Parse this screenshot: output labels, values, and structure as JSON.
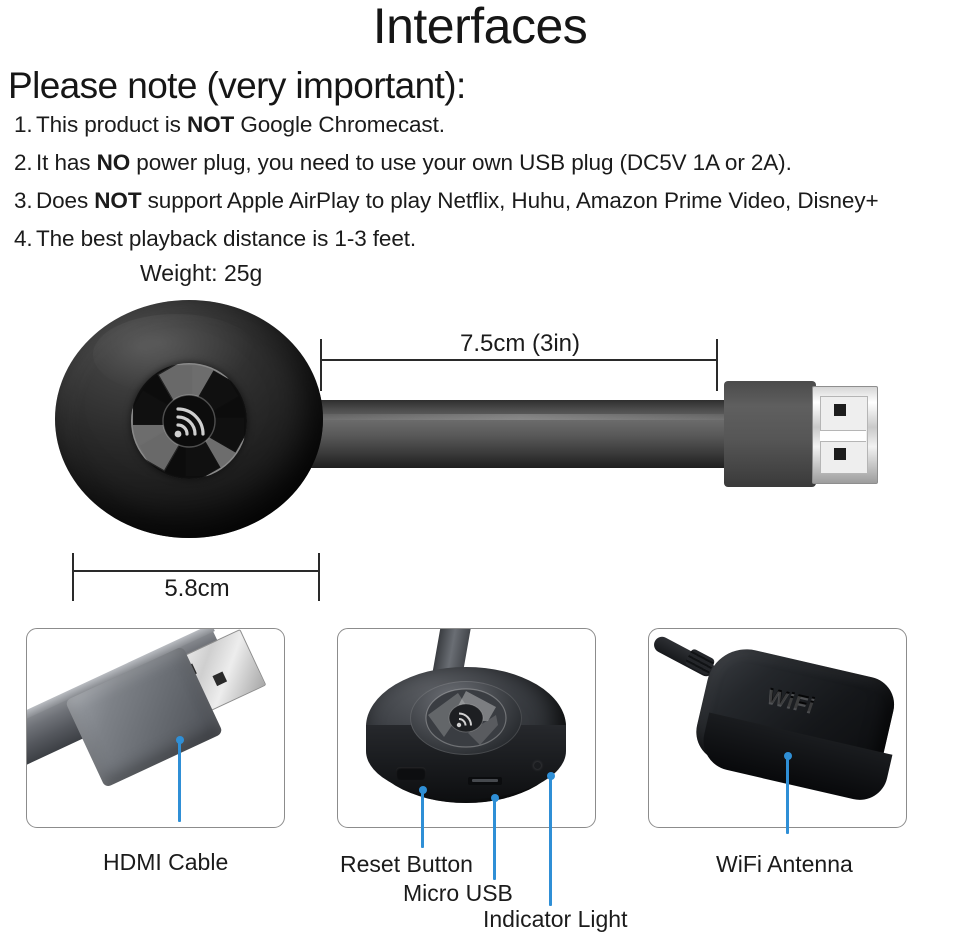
{
  "header": {
    "title": "Interfaces",
    "subtitle": "Please note (very important):",
    "notes": [
      {
        "num": "1.",
        "pre": "This product is ",
        "strong": "NOT",
        "post": " Google Chromecast."
      },
      {
        "num": "2.",
        "pre": "It has ",
        "strong": "NO",
        "post": " power plug, you need to use your own USB plug (DC5V 1A or 2A)."
      },
      {
        "num": "3.",
        "pre": "Does ",
        "strong": "NOT",
        "post": " support Apple AirPlay to play Netflix, Huhu, Amazon Prime Video, Disney+"
      },
      {
        "num": "4.",
        "pre": "The best playback distance is 1-3 feet.",
        "strong": "",
        "post": ""
      }
    ]
  },
  "hero": {
    "weight_label": "Weight: 25g",
    "length_dimension": "7.5cm (3in)",
    "diameter_dimension": "5.8cm",
    "device_name": "wireless-display-dongle",
    "logo_name": "aperture-wifi-logo",
    "connector_name": "hdmi-connector"
  },
  "panels": [
    {
      "id": "hdmi",
      "photo_name": "hdmi-cable-photo",
      "callouts": [
        {
          "label": "HDMI Cable"
        }
      ]
    },
    {
      "id": "ports",
      "photo_name": "dongle-ports-photo",
      "callouts": [
        {
          "label": "Reset Button"
        },
        {
          "label": "Micro USB"
        },
        {
          "label": "Indicator Light"
        }
      ]
    },
    {
      "id": "wifi",
      "photo_name": "wifi-antenna-photo",
      "wordmark": "WiFi",
      "callouts": [
        {
          "label": "WiFi Antenna"
        }
      ]
    }
  ],
  "colors": {
    "accent_blue": "#2f8fd6",
    "text": "#1b1b1b",
    "panel_border": "#8c8c8c",
    "device_black": "#151515",
    "cable_gray": "#5a5a5a",
    "background": "#ffffff"
  }
}
